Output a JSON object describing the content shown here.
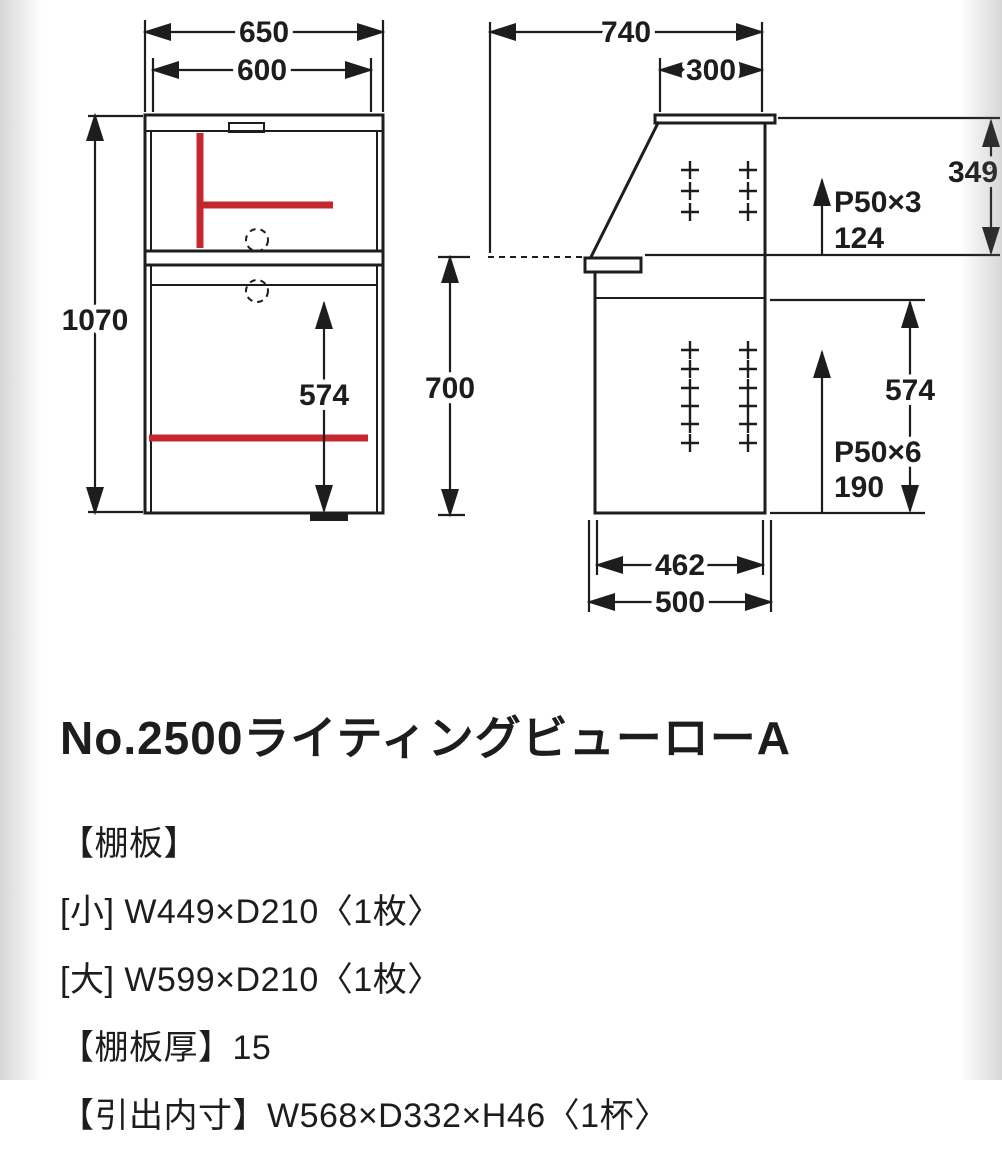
{
  "colors": {
    "line": "#1d1d1f",
    "accent_red": "#c3282e",
    "background": "#ffffff"
  },
  "front_view": {
    "width_overall": "650",
    "width_inner": "600",
    "height_overall": "1070",
    "lower_inner_height": "574",
    "desk_height": "700"
  },
  "side_view": {
    "depth_overall": "740",
    "top_depth": "300",
    "upper_height": "349",
    "upper_pitch": "P50×3",
    "upper_offset": "124",
    "lower_height": "574",
    "lower_pitch": "P50×6",
    "lower_offset": "190",
    "base_depth_inner": "462",
    "base_depth_overall": "500"
  },
  "caption": {
    "title": "No.2500ライティングビューローA",
    "lines": [
      "【棚板】",
      "[小] W449×D210〈1枚〉",
      "[大] W599×D210〈1枚〉",
      "【棚板厚】15",
      "【引出内寸】W568×D332×H46〈1杯〉"
    ]
  }
}
